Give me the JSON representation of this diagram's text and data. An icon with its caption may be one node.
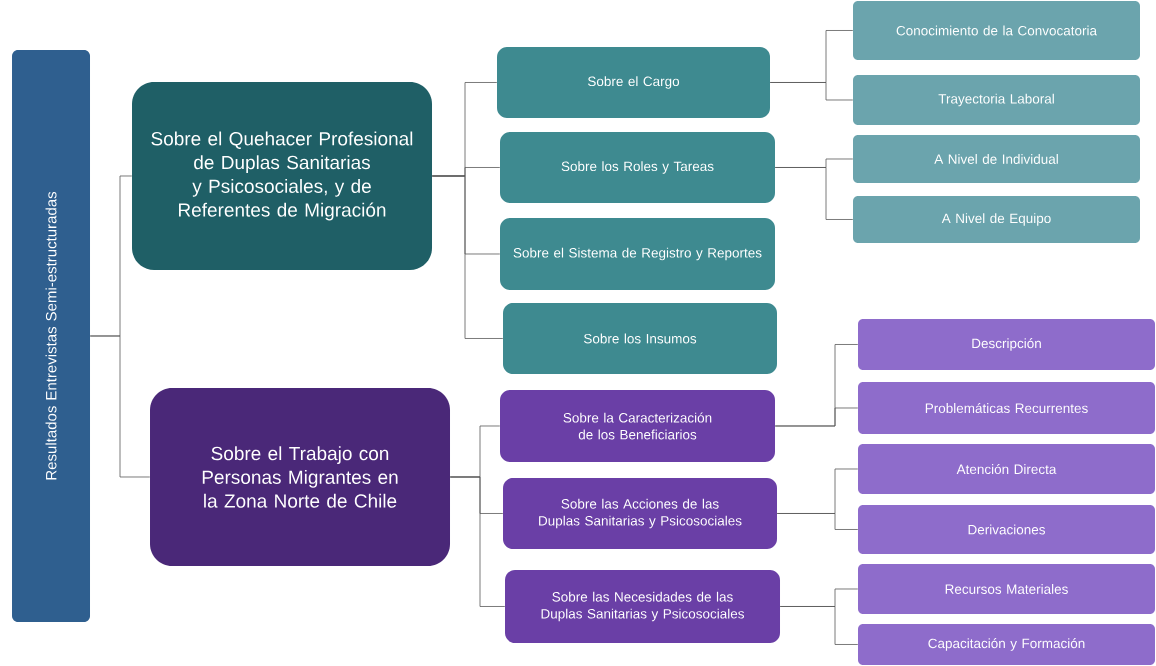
{
  "diagram": {
    "nodes": [
      {
        "text": [
          "Resultados Entrevistas Semi-estructuradas"
        ]
      },
      {
        "text": [
          "Sobre el Quehacer Profesional de Duplas Sanitarias y Psicosociales, y de Referentes de Migración"
        ]
      },
      {
        "text": [
          "Sobre el Trabajo con Personas Migrantes en la Zona Norte de Chile"
        ]
      },
      {
        "text": [
          "Sobre el Cargo"
        ]
      },
      {
        "text": [
          "Sobre los Roles y Tareas"
        ]
      },
      {
        "text": [
          "Sobre el Sistema de Registro y Reportes"
        ]
      },
      {
        "text": [
          "Sobre los Insumos"
        ]
      },
      {
        "text": [
          "Conocimiento de la Convocatoria"
        ]
      },
      {
        "text": [
          "Trayectoria Laboral"
        ]
      },
      {
        "text": [
          "A Nivel de Individual"
        ]
      },
      {
        "text": [
          "A Nivel de Equipo"
        ]
      },
      {
        "text": [
          "Sobre la Caracterización de los Beneficiarios"
        ]
      },
      {
        "text": [
          "Sobre las Acciones de las Duplas Sanitarias y Psicosociales"
        ]
      },
      {
        "text": [
          "Sobre las Necesidades de las Duplas Sanitarias y Psicosociales"
        ]
      },
      {
        "text": [
          "Descripción"
        ]
      },
      {
        "text": [
          "Problemáticas Recurrentes"
        ]
      },
      {
        "text": [
          "Atención Directa"
        ]
      },
      {
        "text": [
          "Derivaciones"
        ]
      },
      {
        "text": [
          "Recursos Materiales"
        ]
      },
      {
        "text": [
          "Capacitación y Formación"
        ]
      }
    ],
    "edges": [
      {
        "from": 0,
        "to": 1,
        "arrow": "none"
      },
      {
        "from": 0,
        "to": 2,
        "arrow": "none"
      },
      {
        "from": 1,
        "to": 3,
        "arrow": "none"
      },
      {
        "from": 1,
        "to": 4,
        "arrow": "none"
      },
      {
        "from": 1,
        "to": 5,
        "arrow": "none"
      },
      {
        "from": 1,
        "to": 6,
        "arrow": "none"
      },
      {
        "from": 3,
        "to": 7,
        "arrow": "none"
      },
      {
        "from": 3,
        "to": 8,
        "arrow": "none"
      },
      {
        "from": 4,
        "to": 9,
        "arrow": "none"
      },
      {
        "from": 4,
        "to": 10,
        "arrow": "none"
      },
      {
        "from": 2,
        "to": 11,
        "arrow": "none"
      },
      {
        "from": 2,
        "to": 12,
        "arrow": "none"
      },
      {
        "from": 2,
        "to": 13,
        "arrow": "none"
      },
      {
        "from": 11,
        "to": 14,
        "arrow": "none"
      },
      {
        "from": 11,
        "to": 15,
        "arrow": "none"
      },
      {
        "from": 12,
        "to": 16,
        "arrow": "none"
      },
      {
        "from": 12,
        "to": 17,
        "arrow": "none"
      },
      {
        "from": 13,
        "to": 18,
        "arrow": "none"
      },
      {
        "from": 13,
        "to": 19,
        "arrow": "none"
      }
    ]
  }
}
